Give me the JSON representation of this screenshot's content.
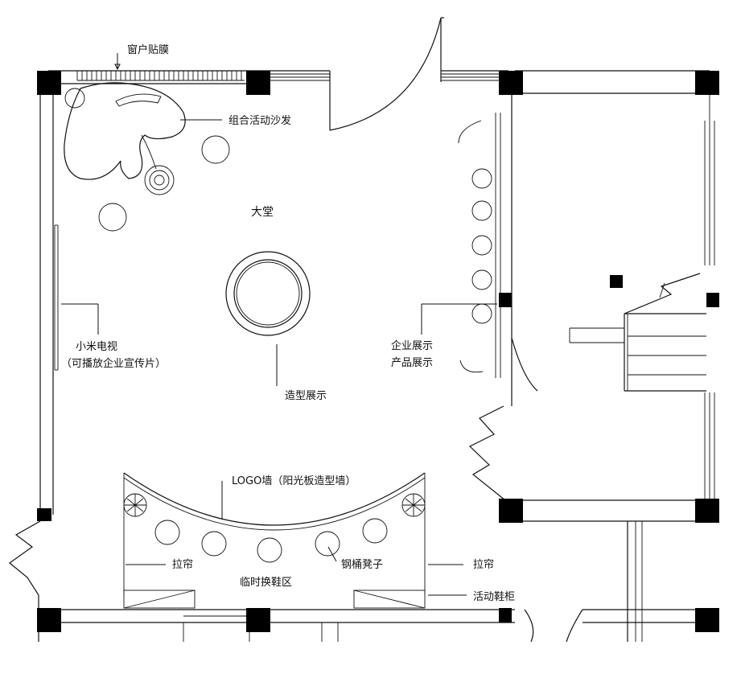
{
  "labels": {
    "window_film": "窗户贴膜",
    "modular_sofa": "组合活动沙发",
    "lobby": "大堂",
    "xiaomi_tv": "小米电视",
    "xiaomi_tv_note": "（可播放企业宣传片）",
    "sculpture": "造型展示",
    "company_display": "企业展示",
    "product_display": "产品展示",
    "logo_wall": "LOGO墙（阳光板造型墙）",
    "curtain_left": "拉帘",
    "curtain_right": "拉帘",
    "steel_drum_stool": "钢桶凳子",
    "shoe_area": "临时换鞋区",
    "shoe_cabinet": "活动鞋柜"
  }
}
